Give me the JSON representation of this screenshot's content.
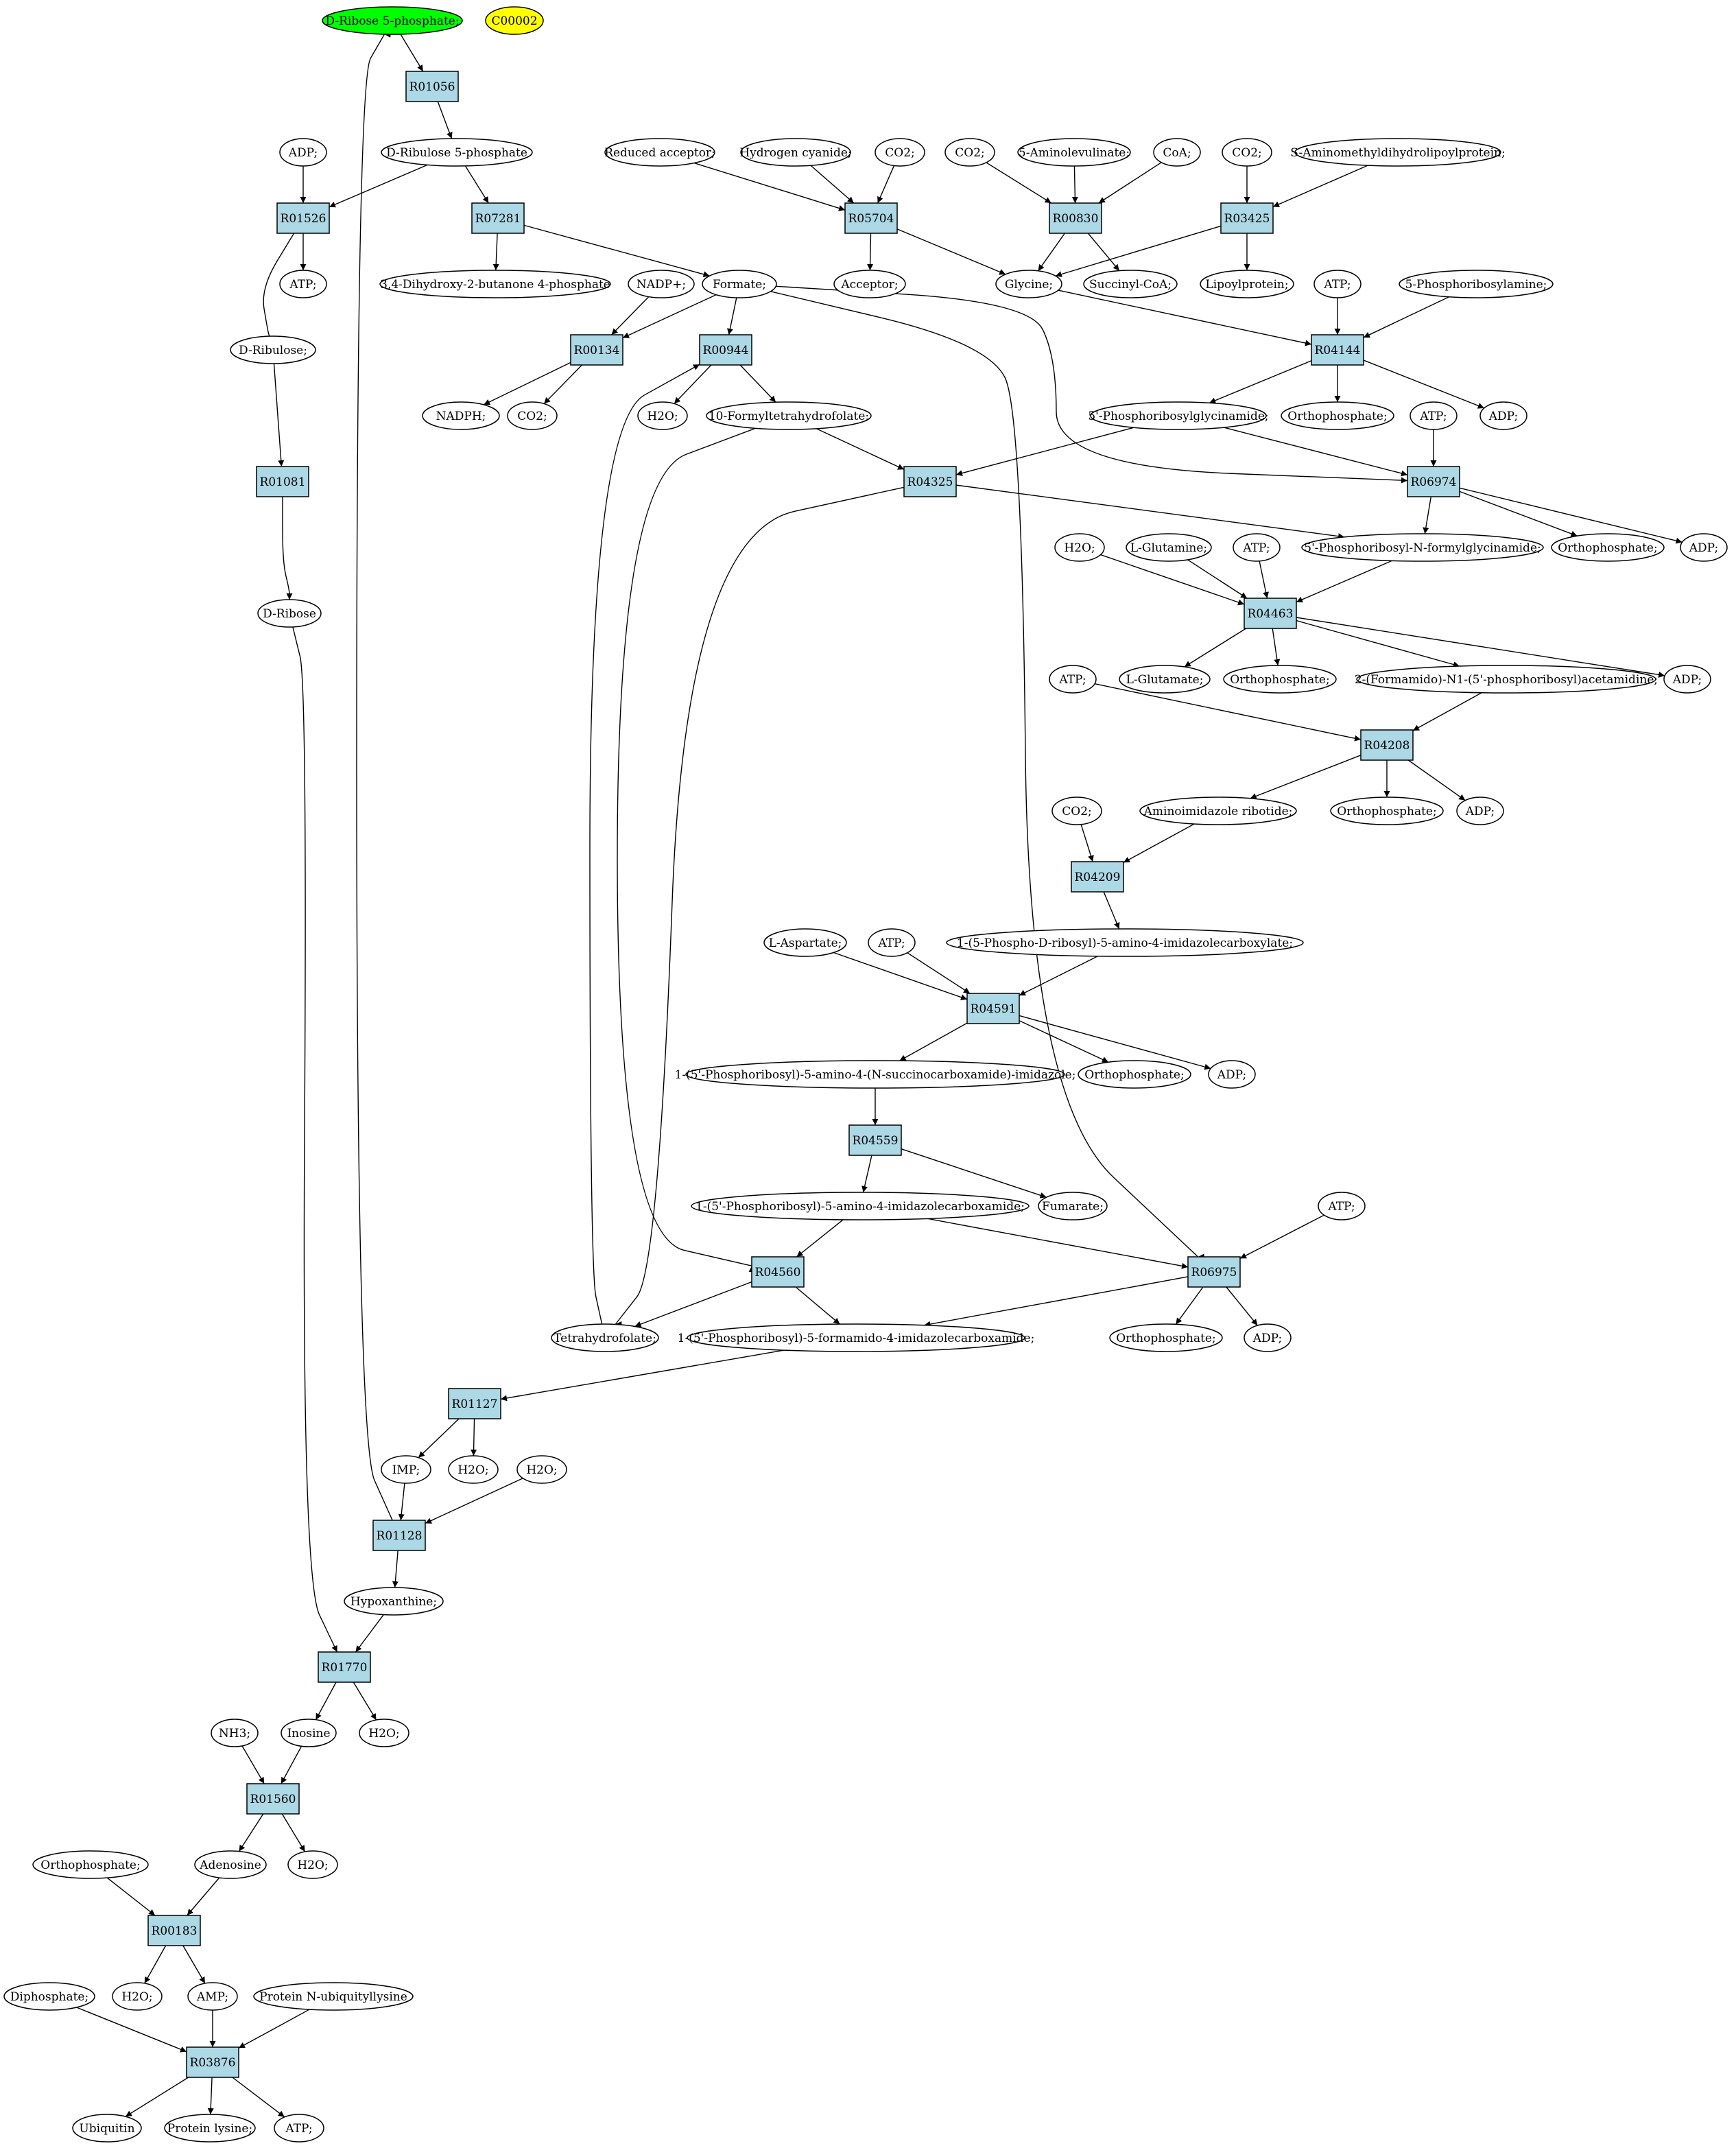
{
  "colors": {
    "reaction": "#add8e6",
    "metabolite": "#ffffff",
    "start": "#00ff00",
    "highlight": "#ffff00",
    "stroke": "#000000"
  },
  "nodes": [
    {
      "id": "m1",
      "label": "D-Ribose 5-phosphate;",
      "kind": "start"
    },
    {
      "id": "m2",
      "label": "C00002",
      "kind": "highlight"
    },
    {
      "id": "r1",
      "label": "R01056",
      "kind": "reaction"
    },
    {
      "id": "m3",
      "label": "ADP;",
      "kind": "metabolite"
    },
    {
      "id": "m4",
      "label": "D-Ribulose 5-phosphate",
      "kind": "metabolite"
    },
    {
      "id": "m5",
      "label": "Reduced acceptor;",
      "kind": "metabolite"
    },
    {
      "id": "m6",
      "label": "Hydrogen cyanide;",
      "kind": "metabolite"
    },
    {
      "id": "m7",
      "label": "CO2;",
      "kind": "metabolite"
    },
    {
      "id": "m8",
      "label": "CO2;",
      "kind": "metabolite"
    },
    {
      "id": "m9",
      "label": "5-Aminolevulinate;",
      "kind": "metabolite"
    },
    {
      "id": "m10",
      "label": "CoA;",
      "kind": "metabolite"
    },
    {
      "id": "m11",
      "label": "CO2;",
      "kind": "metabolite"
    },
    {
      "id": "m12",
      "label": "S-Aminomethyldihydrolipoylprotein;",
      "kind": "metabolite"
    },
    {
      "id": "r2",
      "label": "R01526",
      "kind": "reaction"
    },
    {
      "id": "r3",
      "label": "R07281",
      "kind": "reaction"
    },
    {
      "id": "r4",
      "label": "R05704",
      "kind": "reaction"
    },
    {
      "id": "r5",
      "label": "R00830",
      "kind": "reaction"
    },
    {
      "id": "r6",
      "label": "R03425",
      "kind": "reaction"
    },
    {
      "id": "m13",
      "label": "ATP;",
      "kind": "metabolite"
    },
    {
      "id": "m14",
      "label": "3,4-Dihydroxy-2-butanone 4-phosphate",
      "kind": "metabolite"
    },
    {
      "id": "m15",
      "label": "NADP+;",
      "kind": "metabolite"
    },
    {
      "id": "m16",
      "label": "Formate;",
      "kind": "metabolite"
    },
    {
      "id": "m17",
      "label": "Acceptor;",
      "kind": "metabolite"
    },
    {
      "id": "m18",
      "label": "Glycine;",
      "kind": "metabolite"
    },
    {
      "id": "m19",
      "label": "Succinyl-CoA;",
      "kind": "metabolite"
    },
    {
      "id": "m20",
      "label": "Lipoylprotein;",
      "kind": "metabolite"
    },
    {
      "id": "m21",
      "label": "ATP;",
      "kind": "metabolite"
    },
    {
      "id": "m22",
      "label": "5-Phosphoribosylamine;",
      "kind": "metabolite"
    },
    {
      "id": "m23",
      "label": "D-Ribulose;",
      "kind": "metabolite"
    },
    {
      "id": "r7",
      "label": "R00134",
      "kind": "reaction"
    },
    {
      "id": "r8",
      "label": "R00944",
      "kind": "reaction"
    },
    {
      "id": "r9",
      "label": "R04144",
      "kind": "reaction"
    },
    {
      "id": "m24",
      "label": "NADPH;",
      "kind": "metabolite"
    },
    {
      "id": "m25",
      "label": "CO2;",
      "kind": "metabolite"
    },
    {
      "id": "m26",
      "label": "H2O;",
      "kind": "metabolite"
    },
    {
      "id": "m27",
      "label": "10-Formyltetrahydrofolate;",
      "kind": "metabolite"
    },
    {
      "id": "m28",
      "label": "5'-Phosphoribosylglycinamide;",
      "kind": "metabolite"
    },
    {
      "id": "m29",
      "label": "Orthophosphate;",
      "kind": "metabolite"
    },
    {
      "id": "m30",
      "label": "ATP;",
      "kind": "metabolite"
    },
    {
      "id": "m31",
      "label": "ADP;",
      "kind": "metabolite"
    },
    {
      "id": "r10",
      "label": "R01081",
      "kind": "reaction"
    },
    {
      "id": "r11",
      "label": "R04325",
      "kind": "reaction"
    },
    {
      "id": "r12",
      "label": "R06974",
      "kind": "reaction"
    },
    {
      "id": "m32",
      "label": "H2O;",
      "kind": "metabolite"
    },
    {
      "id": "m33",
      "label": "L-Glutamine;",
      "kind": "metabolite"
    },
    {
      "id": "m34",
      "label": "ATP;",
      "kind": "metabolite"
    },
    {
      "id": "m35",
      "label": "5'-Phosphoribosyl-N-formylglycinamide;",
      "kind": "metabolite"
    },
    {
      "id": "m36",
      "label": "Orthophosphate;",
      "kind": "metabolite"
    },
    {
      "id": "m37",
      "label": "ADP;",
      "kind": "metabolite"
    },
    {
      "id": "m38",
      "label": "D-Ribose",
      "kind": "metabolite"
    },
    {
      "id": "r13",
      "label": "R04463",
      "kind": "reaction"
    },
    {
      "id": "m39",
      "label": "ATP;",
      "kind": "metabolite"
    },
    {
      "id": "m40",
      "label": "L-Glutamate;",
      "kind": "metabolite"
    },
    {
      "id": "m41",
      "label": "Orthophosphate;",
      "kind": "metabolite"
    },
    {
      "id": "m42",
      "label": "2-(Formamido)-N1-(5'-phosphoribosyl)acetamidine;",
      "kind": "metabolite"
    },
    {
      "id": "m43",
      "label": "ADP;",
      "kind": "metabolite"
    },
    {
      "id": "r14",
      "label": "R04208",
      "kind": "reaction"
    },
    {
      "id": "m44",
      "label": "CO2;",
      "kind": "metabolite"
    },
    {
      "id": "m45",
      "label": "Aminoimidazole ribotide;",
      "kind": "metabolite"
    },
    {
      "id": "m46",
      "label": "Orthophosphate;",
      "kind": "metabolite"
    },
    {
      "id": "m47",
      "label": "ADP;",
      "kind": "metabolite"
    },
    {
      "id": "r15",
      "label": "R04209",
      "kind": "reaction"
    },
    {
      "id": "m48",
      "label": "L-Aspartate;",
      "kind": "metabolite"
    },
    {
      "id": "m49",
      "label": "ATP;",
      "kind": "metabolite"
    },
    {
      "id": "m50",
      "label": "1-(5-Phospho-D-ribosyl)-5-amino-4-imidazolecarboxylate;",
      "kind": "metabolite"
    },
    {
      "id": "r16",
      "label": "R04591",
      "kind": "reaction"
    },
    {
      "id": "m51",
      "label": "1-(5'-Phosphoribosyl)-5-amino-4-(N-succinocarboxamide)-imidazole;",
      "kind": "metabolite"
    },
    {
      "id": "m52",
      "label": "Orthophosphate;",
      "kind": "metabolite"
    },
    {
      "id": "m53",
      "label": "ADP;",
      "kind": "metabolite"
    },
    {
      "id": "r17",
      "label": "R04559",
      "kind": "reaction"
    },
    {
      "id": "m54",
      "label": "1-(5'-Phosphoribosyl)-5-amino-4-imidazolecarboxamide;",
      "kind": "metabolite"
    },
    {
      "id": "m55",
      "label": "Fumarate;",
      "kind": "metabolite"
    },
    {
      "id": "m56",
      "label": "ATP;",
      "kind": "metabolite"
    },
    {
      "id": "r18",
      "label": "R04560",
      "kind": "reaction"
    },
    {
      "id": "r19",
      "label": "R06975",
      "kind": "reaction"
    },
    {
      "id": "m57",
      "label": "Tetrahydrofolate;",
      "kind": "metabolite"
    },
    {
      "id": "m58",
      "label": "1-(5'-Phosphoribosyl)-5-formamido-4-imidazolecarboxamide;",
      "kind": "metabolite"
    },
    {
      "id": "m59",
      "label": "Orthophosphate;",
      "kind": "metabolite"
    },
    {
      "id": "m60",
      "label": "ADP;",
      "kind": "metabolite"
    },
    {
      "id": "r20",
      "label": "R01127",
      "kind": "reaction"
    },
    {
      "id": "m61",
      "label": "IMP;",
      "kind": "metabolite"
    },
    {
      "id": "m62",
      "label": "H2O;",
      "kind": "metabolite"
    },
    {
      "id": "m63",
      "label": "H2O;",
      "kind": "metabolite"
    },
    {
      "id": "r21",
      "label": "R01128",
      "kind": "reaction"
    },
    {
      "id": "m64",
      "label": "Hypoxanthine;",
      "kind": "metabolite"
    },
    {
      "id": "r22",
      "label": "R01770",
      "kind": "reaction"
    },
    {
      "id": "m65",
      "label": "NH3;",
      "kind": "metabolite"
    },
    {
      "id": "m66",
      "label": "Inosine",
      "kind": "metabolite"
    },
    {
      "id": "m67",
      "label": "H2O;",
      "kind": "metabolite"
    },
    {
      "id": "r23",
      "label": "R01560",
      "kind": "reaction"
    },
    {
      "id": "m68",
      "label": "Orthophosphate;",
      "kind": "metabolite"
    },
    {
      "id": "m69",
      "label": "Adenosine",
      "kind": "metabolite"
    },
    {
      "id": "m70",
      "label": "H2O;",
      "kind": "metabolite"
    },
    {
      "id": "r24",
      "label": "R00183",
      "kind": "reaction"
    },
    {
      "id": "m71",
      "label": "Diphosphate;",
      "kind": "metabolite"
    },
    {
      "id": "m72",
      "label": "H2O;",
      "kind": "metabolite"
    },
    {
      "id": "m73",
      "label": "AMP;",
      "kind": "metabolite"
    },
    {
      "id": "m74",
      "label": "Protein N-ubiquityllysine",
      "kind": "metabolite"
    },
    {
      "id": "r25",
      "label": "R03876",
      "kind": "reaction"
    },
    {
      "id": "m75",
      "label": "Ubiquitin",
      "kind": "metabolite"
    },
    {
      "id": "m76",
      "label": "Protein lysine;",
      "kind": "metabolite"
    },
    {
      "id": "m77",
      "label": "ATP;",
      "kind": "metabolite"
    }
  ],
  "edges": [
    [
      "m1",
      "r1"
    ],
    [
      "r1",
      "m4"
    ],
    [
      "m3",
      "r2"
    ],
    [
      "m4",
      "r2"
    ],
    [
      "r2",
      "m13"
    ],
    [
      "r2",
      "m23"
    ],
    [
      "m4",
      "r3"
    ],
    [
      "r3",
      "m14"
    ],
    [
      "r3",
      "m16"
    ],
    [
      "m5",
      "r4"
    ],
    [
      "m6",
      "r4"
    ],
    [
      "m7",
      "r4"
    ],
    [
      "r4",
      "m17"
    ],
    [
      "r4",
      "m18"
    ],
    [
      "m8",
      "r5"
    ],
    [
      "m9",
      "r5"
    ],
    [
      "m10",
      "r5"
    ],
    [
      "r5",
      "m18"
    ],
    [
      "r5",
      "m19"
    ],
    [
      "m11",
      "r6"
    ],
    [
      "m12",
      "r6"
    ],
    [
      "r6",
      "m18"
    ],
    [
      "r6",
      "m20"
    ],
    [
      "m15",
      "r7"
    ],
    [
      "m16",
      "r7"
    ],
    [
      "r7",
      "m24"
    ],
    [
      "r7",
      "m25"
    ],
    [
      "m16",
      "r8"
    ],
    [
      "m57",
      "r8"
    ],
    [
      "r8",
      "m26"
    ],
    [
      "r8",
      "m27"
    ],
    [
      "m18",
      "r9"
    ],
    [
      "m21",
      "r9"
    ],
    [
      "m22",
      "r9"
    ],
    [
      "r9",
      "m28"
    ],
    [
      "r9",
      "m29"
    ],
    [
      "r9",
      "m31"
    ],
    [
      "m23",
      "r10"
    ],
    [
      "r10",
      "m38"
    ],
    [
      "m27",
      "r11"
    ],
    [
      "m28",
      "r11"
    ],
    [
      "r11",
      "m35"
    ],
    [
      "r11",
      "m57"
    ],
    [
      "m28",
      "r12"
    ],
    [
      "m30",
      "r12"
    ],
    [
      "m16",
      "r12"
    ],
    [
      "r12",
      "m35"
    ],
    [
      "r12",
      "m36"
    ],
    [
      "r12",
      "m37"
    ],
    [
      "m32",
      "r13"
    ],
    [
      "m33",
      "r13"
    ],
    [
      "m34",
      "r13"
    ],
    [
      "m35",
      "r13"
    ],
    [
      "r13",
      "m40"
    ],
    [
      "r13",
      "m41"
    ],
    [
      "r13",
      "m42"
    ],
    [
      "r13",
      "m43"
    ],
    [
      "m39",
      "r14"
    ],
    [
      "m42",
      "r14"
    ],
    [
      "r14",
      "m45"
    ],
    [
      "r14",
      "m46"
    ],
    [
      "r14",
      "m47"
    ],
    [
      "m44",
      "r15"
    ],
    [
      "m45",
      "r15"
    ],
    [
      "r15",
      "m50"
    ],
    [
      "m48",
      "r16"
    ],
    [
      "m49",
      "r16"
    ],
    [
      "m50",
      "r16"
    ],
    [
      "r16",
      "m51"
    ],
    [
      "r16",
      "m52"
    ],
    [
      "r16",
      "m53"
    ],
    [
      "m51",
      "r17"
    ],
    [
      "r17",
      "m54"
    ],
    [
      "r17",
      "m55"
    ],
    [
      "m54",
      "r18"
    ],
    [
      "m27",
      "r18"
    ],
    [
      "r18",
      "m57"
    ],
    [
      "r18",
      "m58"
    ],
    [
      "m54",
      "r19"
    ],
    [
      "m56",
      "r19"
    ],
    [
      "m16",
      "r19"
    ],
    [
      "r19",
      "m58"
    ],
    [
      "r19",
      "m59"
    ],
    [
      "r19",
      "m60"
    ],
    [
      "m58",
      "r20"
    ],
    [
      "r20",
      "m61"
    ],
    [
      "r20",
      "m62"
    ],
    [
      "m61",
      "r21"
    ],
    [
      "m63",
      "r21"
    ],
    [
      "r21",
      "m64"
    ],
    [
      "r21",
      "m1"
    ],
    [
      "m64",
      "r22"
    ],
    [
      "m38",
      "r22"
    ],
    [
      "r22",
      "m66"
    ],
    [
      "r22",
      "m67"
    ],
    [
      "m65",
      "r23"
    ],
    [
      "m66",
      "r23"
    ],
    [
      "r23",
      "m69"
    ],
    [
      "r23",
      "m70"
    ],
    [
      "m68",
      "r24"
    ],
    [
      "m69",
      "r24"
    ],
    [
      "r24",
      "m72"
    ],
    [
      "r24",
      "m73"
    ],
    [
      "m71",
      "r25"
    ],
    [
      "m73",
      "r25"
    ],
    [
      "m74",
      "r25"
    ],
    [
      "r25",
      "m75"
    ],
    [
      "r25",
      "m76"
    ],
    [
      "r25",
      "m77"
    ]
  ]
}
